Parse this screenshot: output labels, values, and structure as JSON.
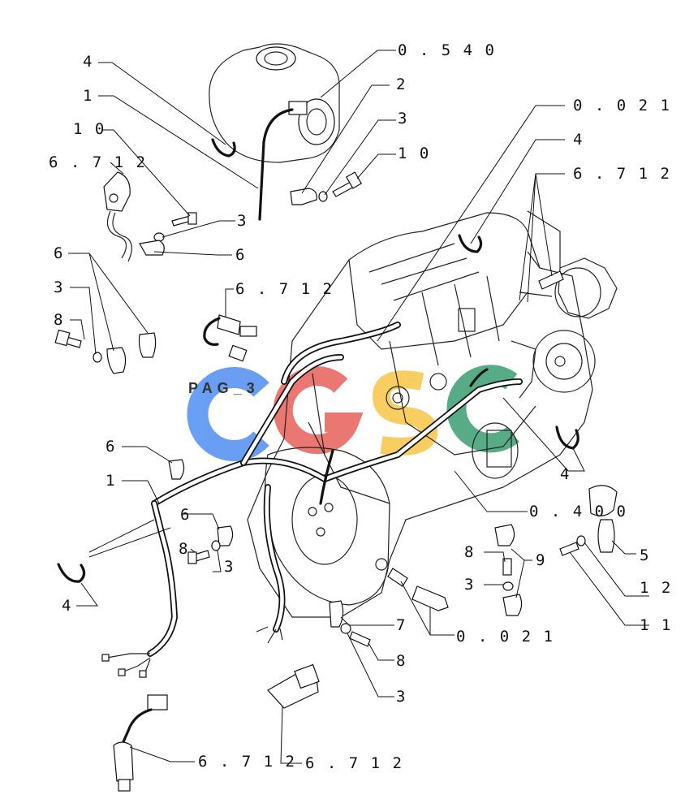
{
  "diagram": {
    "watermark": {
      "text": "PAG_3",
      "logo_colors": [
        "#4f8ef2",
        "#e8605a",
        "#f6c644",
        "#3a9e72"
      ]
    },
    "labels": {
      "l_0540": "0 . 5 4 0",
      "l_2": "2",
      "l_4_top": "4",
      "l_1_top": "1",
      "l_3_a": "3",
      "l_10_a": "1 0",
      "l_10_b": "1 0",
      "l_0021_top": "0 . 0 2 1",
      "l_6712_a": "6 . 7 1 2",
      "l_4_right": "4",
      "l_6712_b": "6 . 7 1 2",
      "l_3_b": "3",
      "l_6_a": "6",
      "l_6_left": "6",
      "l_3_left": "3",
      "l_6712_mid": "6 . 7 1 2",
      "l_8_left": "8",
      "l_6_mid": "6",
      "l_1_mid": "1",
      "l_6_low": "6",
      "l_8_low": "8",
      "l_3_low": "3",
      "l_4_left": "4",
      "l_4_r2": "4",
      "l_0400": "0 . 4 0 0",
      "l_8_r": "8",
      "l_9": "9",
      "l_5": "5",
      "l_3_r": "3",
      "l_12": "1 2",
      "l_7": "7",
      "l_0021_low": "0 . 0 2 1",
      "l_11": "1 1",
      "l_8_bot": "8",
      "l_3_bot": "3",
      "l_6712_bot1": "6 . 7 1 2",
      "l_6712_bot2": "6 . 7 1 2"
    }
  }
}
